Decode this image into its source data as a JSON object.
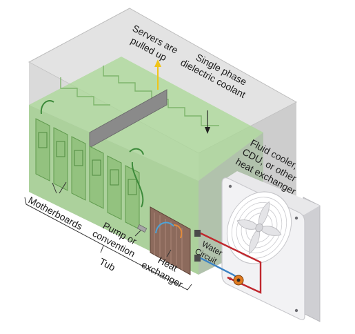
{
  "labels": {
    "servers_pulled_up": [
      "Servers are",
      "pulled up"
    ],
    "single_phase": [
      "Single phase",
      "dielectric coolant"
    ],
    "fluid_cooler": [
      "Fluid cooler,",
      "CDU, or other",
      "heat exchanger"
    ],
    "motherboards": "Motherboards",
    "pump": [
      "Pump or",
      "convention"
    ],
    "heat_exchanger": [
      "Heat",
      "exchanger"
    ],
    "water_circuit": [
      "Water",
      "Circuit"
    ],
    "tub": "Tub"
  },
  "colors": {
    "tank_glass": "#d9d9d9",
    "coolant": "#9ed38a",
    "coolant_edge": "#6fb35a",
    "cooler_body": "#eeeeef",
    "hot_pipe": "#c0272d",
    "cold_pipe": "#3b82c4",
    "arrow_up": "#f0c419"
  }
}
